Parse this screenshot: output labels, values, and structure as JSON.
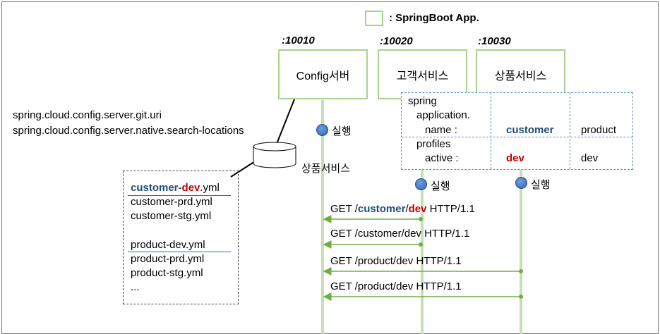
{
  "legend": {
    "label": ": SpringBoot App."
  },
  "apps": [
    {
      "port": ":10010",
      "name": "Config서버"
    },
    {
      "port": ":10020",
      "name": "고객서비스"
    },
    {
      "port": ":10030",
      "name": "상품서비스"
    }
  ],
  "uri_lines": [
    "spring.cloud.config.server.git.uri",
    "spring.cloud.config.server.native.search-locations"
  ],
  "db_label": "상품서비스",
  "files": {
    "customer_dev": {
      "part1": "customer-",
      "part2": "dev",
      "part3": ".yml"
    },
    "list1": [
      "customer-prd.yml",
      "customer-stg.yml"
    ],
    "list2": [
      "product-dev.yml",
      "product-prd.yml",
      "product-stg.yml",
      "..."
    ]
  },
  "props": {
    "spring": "spring",
    "application": "application.",
    "name_key": "name :",
    "name_customer": "customer",
    "name_product": "product",
    "profiles": "profiles",
    "active_key": "active :",
    "active_customer": "dev",
    "active_product": "dev"
  },
  "run_label": "실행",
  "requests": [
    {
      "prefix": "GET /",
      "seg1": "customer",
      "sep": "/",
      "seg2": "dev",
      "suffix": " HTTP/1.1"
    },
    {
      "text": "GET /customer/dev HTTP/1.1"
    },
    {
      "text": "GET /product/dev HTTP/1.1"
    },
    {
      "text": "GET /product/dev HTTP/1.1"
    }
  ],
  "colors": {
    "app_border": "#a9d18e",
    "lifeline": "#c5e0b4",
    "arrow": "#70ad47",
    "customer_highlight": "#1f4e79",
    "dev_highlight": "#c00000",
    "run_dot": "#2f64b4"
  }
}
